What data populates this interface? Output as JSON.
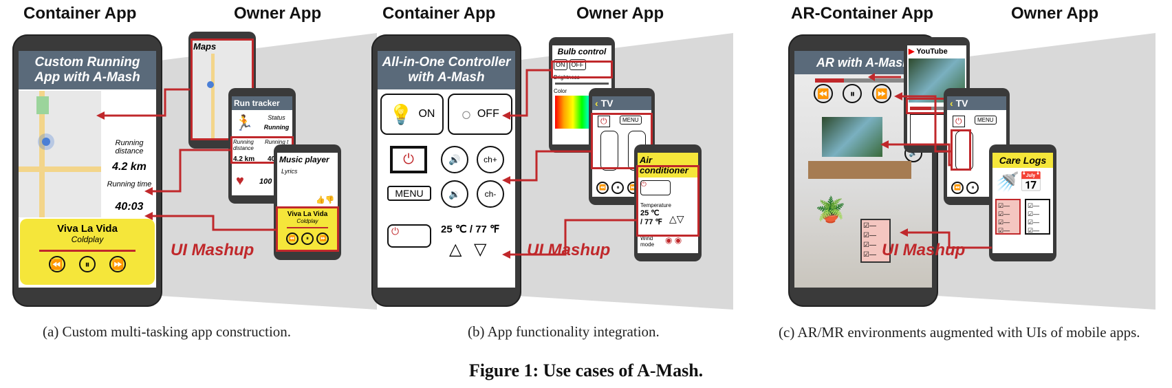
{
  "panel_a": {
    "header_left": "Container App",
    "header_right": "Owner App",
    "container_title": "Custom Running App with A-Mash",
    "running_distance_label": "Running distance",
    "running_distance_value": "4.2 km",
    "running_time_label": "Running time",
    "running_time_value": "40:03",
    "song": "Viva La Vida",
    "artist": "Coldplay",
    "maps_title": "Maps",
    "run_tracker_title": "Run tracker",
    "status_label": "Status",
    "status_value": "Running",
    "rt_distance_label": "Running distance",
    "rt_distance_value": "4.2 km",
    "rt_time_label": "Running t",
    "rt_time_value": "40",
    "heart_value": "100",
    "music_player_title": "Music player",
    "lyrics_label": "Lyrics",
    "mp_song": "Viva La Vida",
    "mp_artist": "Coldplay",
    "mashup_label": "UI Mashup",
    "caption": "(a)  Custom multi-tasking app construction."
  },
  "panel_b": {
    "header_left": "Container App",
    "header_right": "Owner App",
    "container_title": "All-in-One Controller with A-Mash",
    "on_label": "ON",
    "off_label": "OFF",
    "menu_label": "MENU",
    "ch_plus": "ch+",
    "ch_minus": "ch-",
    "temp_text": "25 ℃ / 77 ℉",
    "bulb_title": "Bulb control",
    "bulb_on": "ON",
    "bulb_off": "OFF",
    "brightness_label": "Brightness",
    "color_label": "Color",
    "tv_title": "TV",
    "tv_menu": "MENU",
    "ac_title": "Air conditioner",
    "temperature_label": "Temperature",
    "ac_temp1": "25 ℃",
    "ac_temp2": "/ 77 ℉",
    "wind_label": "Wind mode",
    "mashup_label": "UI Mashup",
    "caption": "(b)  App functionality integration."
  },
  "panel_c": {
    "header_left": "AR-Container App",
    "header_right": "Owner App",
    "container_title": "AR with A-Mash",
    "youtube_label": "YouTube",
    "tv_title": "TV",
    "tv_menu": "MENU",
    "care_title": "Care Logs",
    "mashup_label": "UI Mashup",
    "caption": "(c)  AR/MR environments augmented with UIs of mobile apps."
  },
  "figure_caption": "Figure 1: Use cases of A-Mash.",
  "colors": {
    "accent_red": "#c0282b",
    "bar": "#5a6a7a",
    "yellow": "#f5e63a"
  }
}
